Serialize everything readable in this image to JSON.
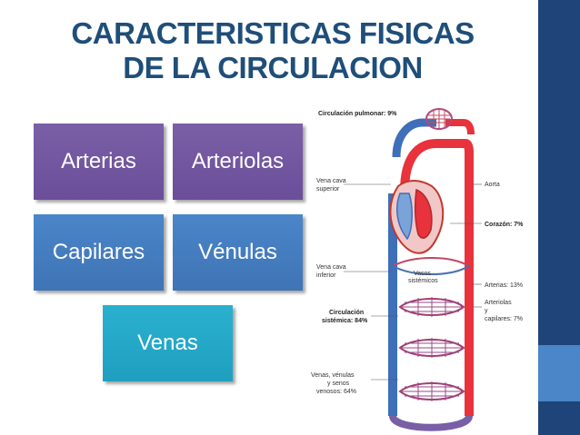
{
  "slide": {
    "title_line1": "CARACTERISTICAS FISICAS",
    "title_line2": "DE LA CIRCULACION",
    "boxes": [
      "Arterias",
      "Arteriolas",
      "Capilares",
      "Vénulas",
      "Venas"
    ]
  },
  "diagram": {
    "pulmonary": "Circulación pulmonar: 9%",
    "vena_cava_sup_1": "Vena cava",
    "vena_cava_sup_2": "superior",
    "aorta": "Aorta",
    "heart": "Corazón: 7%",
    "vena_cava_inf_1": "Vena cava",
    "vena_cava_inf_2": "inferior",
    "vasos_1": "Vasos",
    "vasos_2": "sistémicos",
    "arterias": "Arterias: 13%",
    "sistemica_1": "Circulación",
    "sistemica_2": "sistémica: 84%",
    "arteriolas_1": "Arteriolas",
    "arteriolas_2": "y",
    "arteriolas_3": "capilares: 7%",
    "venas_1": "Venas, vénulas",
    "venas_2": "y senos",
    "venas_3": "venosos: 64%"
  },
  "colors": {
    "title": "#1f4e79",
    "sidebar": "#1f4479",
    "artery": "#e8323c",
    "vein": "#3f6fb8",
    "purple_box": "#6b4e9a",
    "blue_box": "#3f74b6",
    "teal_box": "#1f9fbf"
  }
}
